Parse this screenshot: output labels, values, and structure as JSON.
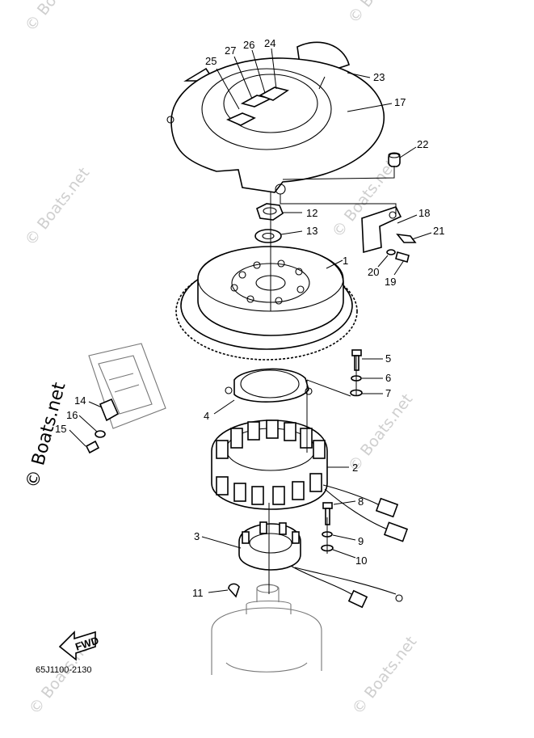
{
  "diagram": {
    "part_code": "65J1100-2130",
    "direction_label": "FWD",
    "watermark": "© Boats.net",
    "callouts": [
      "1",
      "2",
      "3",
      "4",
      "5",
      "6",
      "7",
      "8",
      "9",
      "10",
      "11",
      "12",
      "13",
      "14",
      "15",
      "16",
      "17",
      "18",
      "19",
      "20",
      "21",
      "22",
      "23",
      "24",
      "25",
      "26",
      "27"
    ]
  }
}
